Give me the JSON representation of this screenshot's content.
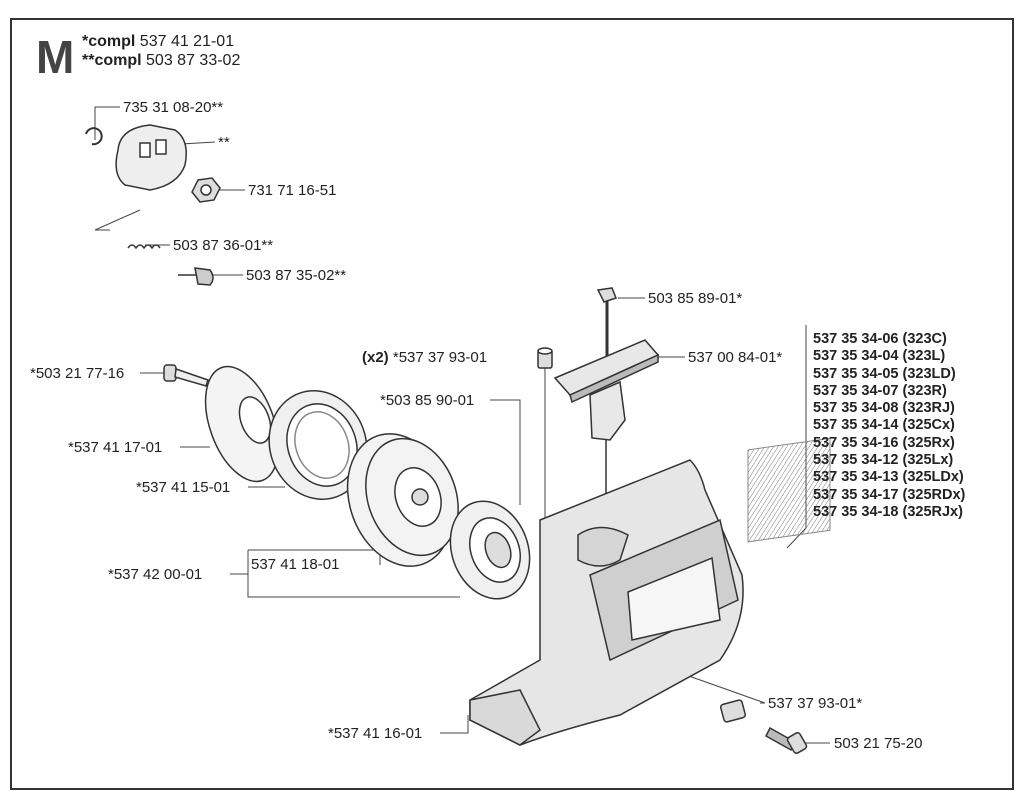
{
  "header": {
    "section_letter": "M",
    "compl1_prefix": "*compl",
    "compl1_number": "537 41 21-01",
    "compl2_prefix": "**compl",
    "compl2_number": "503 87 33-02"
  },
  "parts": {
    "p_735_31_08_20": "735 31 08-20**",
    "p_cover_marker": "**",
    "p_731_71_16_51": "731 71 16-51",
    "p_503_87_36_01": "503 87 36-01**",
    "p_503_87_35_02": "503 87 35-02**",
    "p_503_85_89_01": "503 85 89-01*",
    "p_x2_prefix": "(x2)",
    "p_537_37_93_01_top": "*537 37 93-01",
    "p_537_00_84_01": "537 00 84-01*",
    "p_503_21_77_16": "*503 21 77-16",
    "p_503_85_90_01": "*503 85 90-01",
    "p_537_41_17_01": "*537 41 17-01",
    "p_537_41_15_01": "*537 41 15-01",
    "p_537_42_00_01": "*537 42 00-01",
    "p_537_41_18_01": "537 41 18-01",
    "p_537_37_93_01_bottom": "537 37 93-01*",
    "p_503_21_75_20": "503 21 75-20",
    "p_537_41_16_01": "*537 41 16-01"
  },
  "housing_variants": [
    "537 35 34-06 (323C)",
    "537 35 34-04 (323L)",
    "537 35 34-05 (323LD)",
    "537 35 34-07 (323R)",
    "537 35 34-08 (323RJ)",
    "537 35 34-14 (325Cx)",
    "537 35 34-16 (325Rx)",
    "537 35 34-12 (325Lx)",
    "537 35 34-13 (325LDx)",
    "537 35 34-17 (325RDx)",
    "537 35 34-18 (325RJx)"
  ]
}
